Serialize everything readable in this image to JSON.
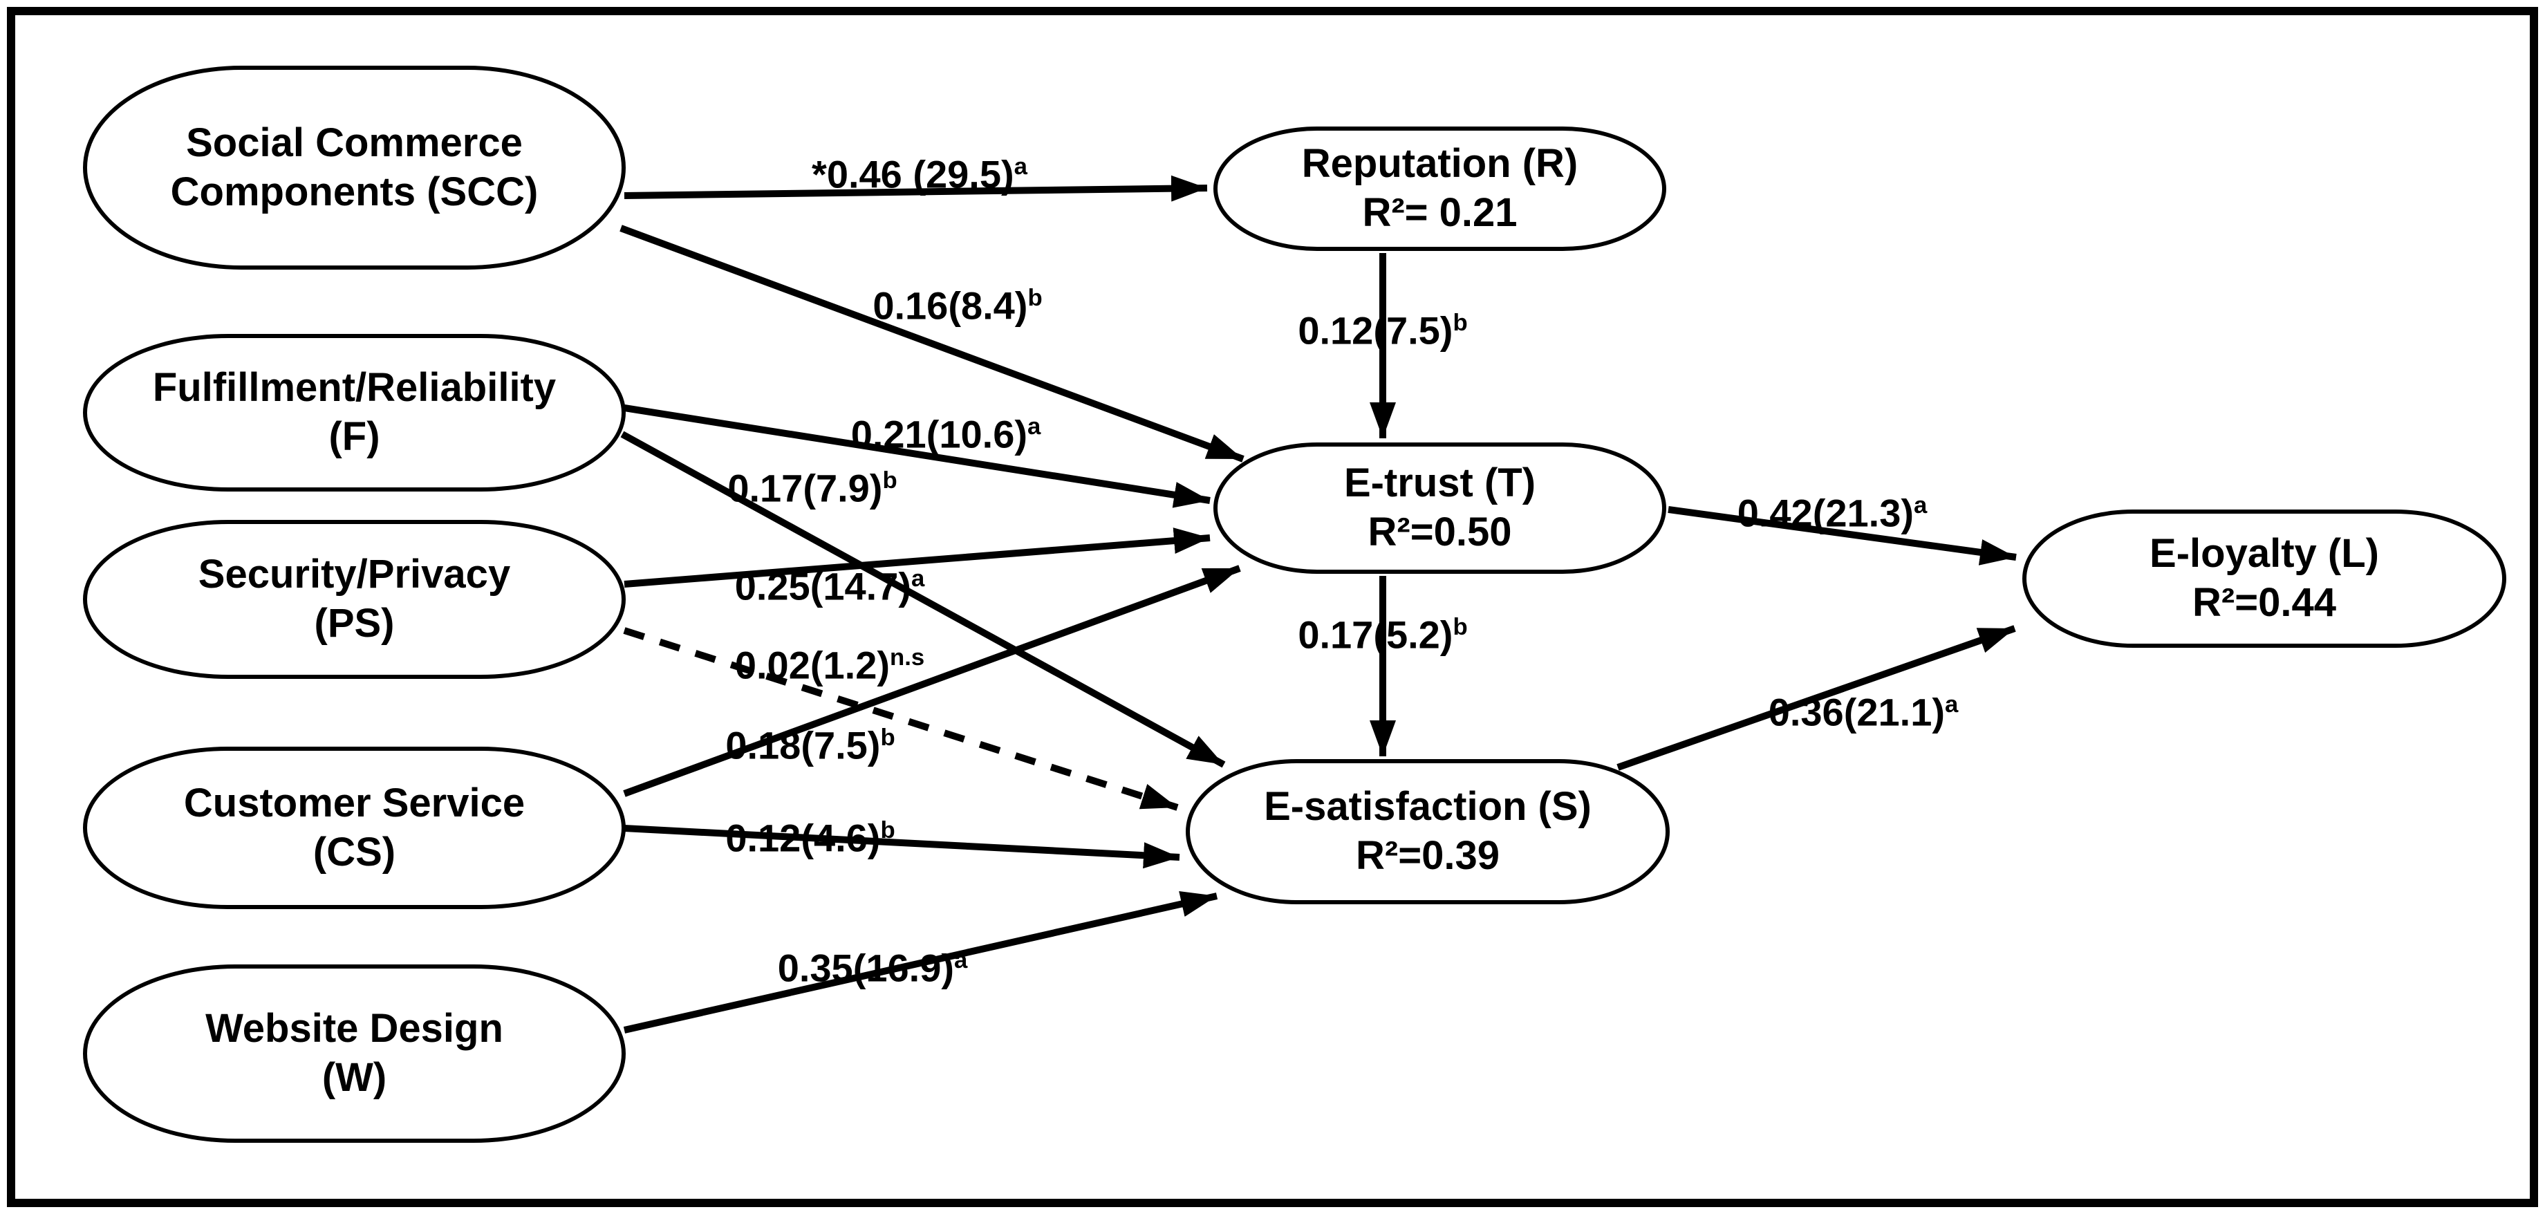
{
  "figure": {
    "type": "structural-path-model-diagram",
    "background_color": "#ffffff",
    "ink_color": "#000000"
  },
  "nodes": {
    "scc": {
      "line1": "Social Commerce",
      "line2": "Components (SCC)"
    },
    "f": {
      "line1": "Fulfillment/Reliability",
      "line2": "(F)"
    },
    "ps": {
      "line1": "Security/Privacy",
      "line2": "(PS)"
    },
    "cs": {
      "line1": "Customer Service",
      "line2": "(CS)"
    },
    "w": {
      "line1": "Website Design",
      "line2": "(W)"
    },
    "r": {
      "line1": "Reputation (R)",
      "line2": "R²= 0.21"
    },
    "t": {
      "line1": "E-trust (T)",
      "line2": "R²=0.50"
    },
    "s": {
      "line1": "E-satisfaction (S)",
      "line2": "R²=0.39"
    },
    "l": {
      "line1": "E-loyalty (L)",
      "line2": "R²=0.44"
    }
  },
  "edges": {
    "scc_r": {
      "from": "Social Commerce Components (SCC)",
      "to": "Reputation (R)",
      "label": "*0.46 (29.5)",
      "sup": "a",
      "style": "solid"
    },
    "scc_t": {
      "from": "Social Commerce Components (SCC)",
      "to": "E-trust (T)",
      "label": "0.16(8.4)",
      "sup": "b",
      "style": "solid"
    },
    "r_t": {
      "from": "Reputation (R)",
      "to": "E-trust (T)",
      "label": "0.12(7.5)",
      "sup": "b",
      "style": "solid"
    },
    "f_t": {
      "from": "Fulfillment/Reliability (F)",
      "to": "E-trust (T)",
      "label": "0.21(10.6)",
      "sup": "a",
      "style": "solid"
    },
    "f_s": {
      "from": "Fulfillment/Reliability (F)",
      "to": "E-satisfaction (S)",
      "label": "0.17(7.9)",
      "sup": "b",
      "style": "solid"
    },
    "ps_t": {
      "from": "Security/Privacy (PS)",
      "to": "E-trust (T)",
      "label": "0.25(14.7)",
      "sup": "a",
      "style": "solid"
    },
    "ps_s": {
      "from": "Security/Privacy (PS)",
      "to": "E-satisfaction (S)",
      "label": "0.02(1.2)",
      "sup": "n.s",
      "style": "dashed"
    },
    "cs_t": {
      "from": "Customer Service (CS)",
      "to": "E-trust (T)",
      "label": "0.18(7.5)",
      "sup": "b",
      "style": "solid"
    },
    "cs_s": {
      "from": "Customer Service (CS)",
      "to": "E-satisfaction (S)",
      "label": "0.12(4.6)",
      "sup": "b",
      "style": "solid"
    },
    "w_s": {
      "from": "Website Design (W)",
      "to": "E-satisfaction (S)",
      "label": "0.35(16.9)",
      "sup": "a",
      "style": "solid"
    },
    "t_l": {
      "from": "E-trust (T)",
      "to": "E-loyalty (L)",
      "label": "0.42(21.3)",
      "sup": "a",
      "style": "solid"
    },
    "t_s": {
      "from": "E-trust (T)",
      "to": "E-satisfaction (S)",
      "label": "0.17(5.2)",
      "sup": "b",
      "style": "solid"
    },
    "s_l": {
      "from": "E-satisfaction (S)",
      "to": "E-loyalty (L)",
      "label": "0.36(21.1)",
      "sup": "a",
      "style": "solid"
    }
  }
}
